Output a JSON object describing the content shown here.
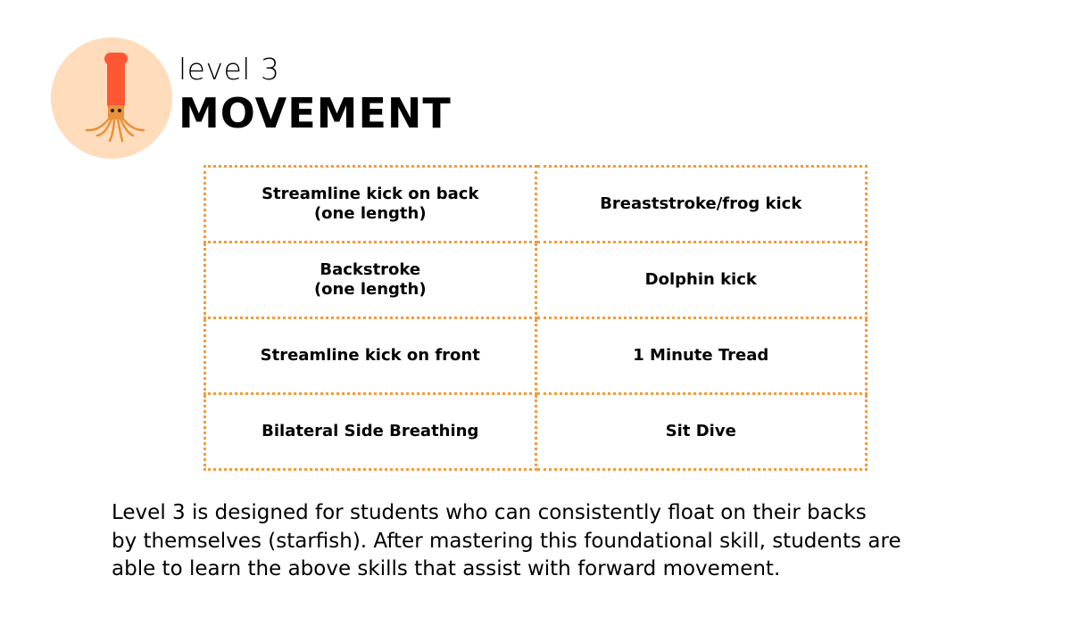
{
  "header": {
    "level": "level 3",
    "title": "MOVEMENT",
    "icon": "squid-icon"
  },
  "colors": {
    "circle": "#fedcbc",
    "squid": "#ff5733",
    "tentacles": "#e8913a",
    "border": "#f79a3b"
  },
  "skills": [
    [
      "Streamline kick on back\n(one length)",
      "Breaststroke/frog kick"
    ],
    [
      "Backstroke\n(one length)",
      "Dolphin kick"
    ],
    [
      "Streamline kick on front",
      "1 Minute Tread"
    ],
    [
      "Bilateral Side Breathing",
      "Sit Dive"
    ]
  ],
  "description": "Level 3 is designed for students who can consistently float on their backs\nby themselves (starfish). After mastering this foundational skill, students are\nable to learn the above skills that assist with forward movement."
}
